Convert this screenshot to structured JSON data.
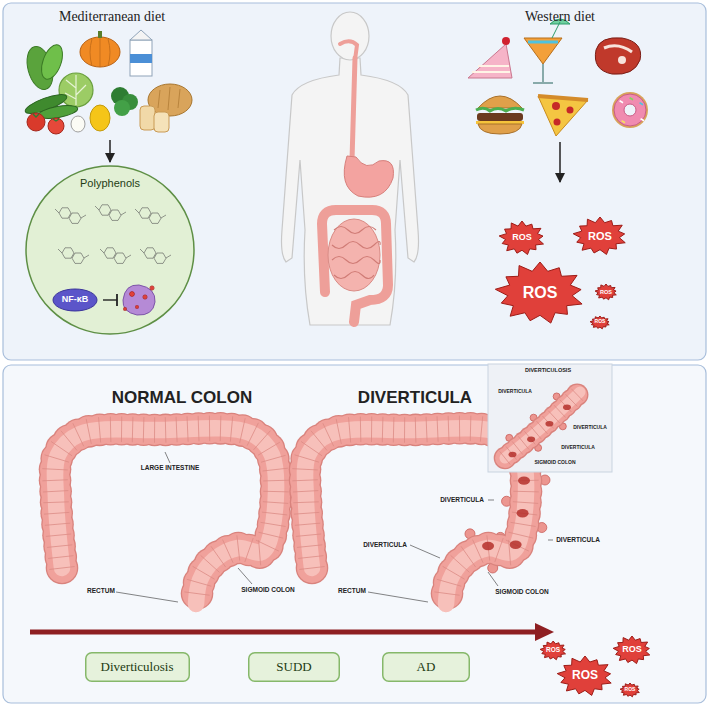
{
  "diagram": {
    "nodes": [
      {
        "text": [
          "Polyphenols"
        ]
      },
      {
        "text": [
          "NF-κB"
        ],
        "in": 0
      },
      {
        "text": [
          "ROS"
        ]
      },
      {
        "text": [
          "ROS"
        ]
      },
      {
        "text": [
          "ROS"
        ]
      },
      {
        "text": [
          "ROS"
        ]
      },
      {
        "text": [
          "ROS"
        ]
      },
      {
        "text": [
          "Diverticulosis"
        ]
      },
      {
        "text": [
          "SUDD"
        ]
      },
      {
        "text": [
          "AD"
        ]
      },
      {
        "text": [
          "ROS"
        ]
      },
      {
        "text": [
          "ROS"
        ]
      },
      {
        "text": [
          "ROS"
        ]
      },
      {
        "text": [
          "ROS"
        ]
      }
    ],
    "labels": [
      "Mediterranean diet",
      "Western diet",
      "NORMAL COLON",
      "DIVERTICULA",
      "LARGE INTESTINE",
      "RECTUM",
      "SIGMOID COLON",
      "DIVERTICULOSIS",
      "DIVERTICULA",
      "DIVERTICULA",
      "DIVERTICULA",
      "SIGMOID COLON",
      "DIVERTICULA",
      "DIVERTICULA",
      "DIVERTICULA",
      "RECTUM",
      "SIGMOID COLON"
    ]
  }
}
